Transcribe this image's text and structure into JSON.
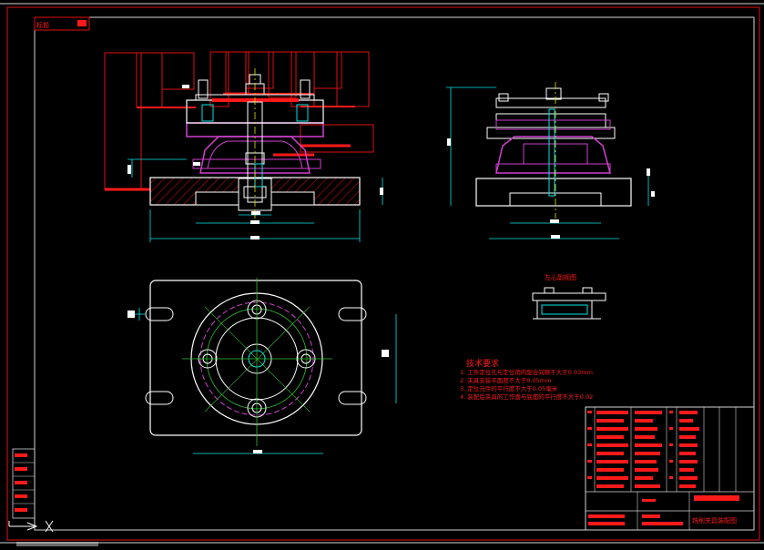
{
  "drawing": {
    "title_tag": "标题",
    "section_view_title": "左心副视图",
    "tech_requirements": {
      "heading": "技术要求",
      "items": [
        "1. 工件定位孔与定位销的配合间隙不大于0.03mm",
        "2. 夹具安装平面度不大于0.05mm",
        "3. 定位元件的平行度不大于0.05毫米",
        "4. 装配后夹具的工作面与底面的平行度不大于0.02"
      ]
    },
    "title_block": {
      "product_name": "铣削夹具装配图"
    }
  },
  "colors": {
    "background": "#000000",
    "frame": "#d4d4d4",
    "outline_red": "#e01010",
    "red_fill": "#ff1a1a",
    "white": "#ffffff",
    "cyan": "#00e5e5",
    "magenta": "#d040d0",
    "green": "#30c030",
    "yellow": "#e0e000"
  }
}
